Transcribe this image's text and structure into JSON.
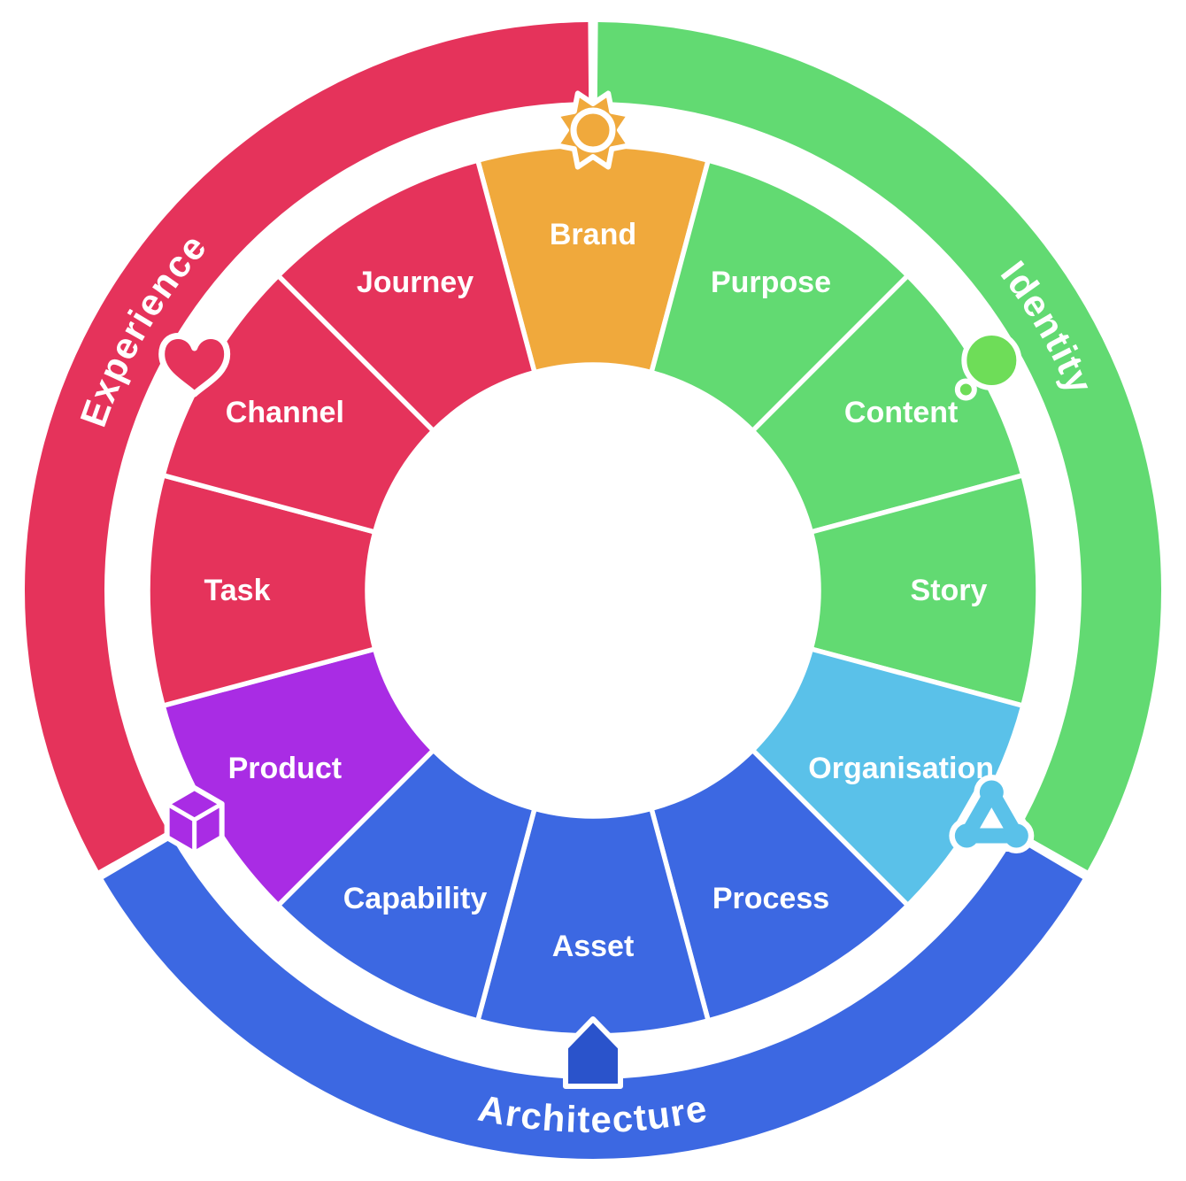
{
  "wheel": {
    "background_color": "#ffffff",
    "text_color": "#ffffff",
    "outer_rings": [
      {
        "label": "Identity",
        "color": "#62da72",
        "start_angle": 0,
        "end_angle": 120
      },
      {
        "label": "Architecture",
        "color": "#3c68e2",
        "start_angle": 120,
        "end_angle": 240
      },
      {
        "label": "Experience",
        "color": "#e5335b",
        "start_angle": 240,
        "end_angle": 360
      }
    ],
    "inner_segments": [
      {
        "label": "Brand",
        "color": "#f0a93c",
        "mid_angle": 0
      },
      {
        "label": "Purpose",
        "color": "#62da72",
        "mid_angle": 30
      },
      {
        "label": "Content",
        "color": "#62da72",
        "mid_angle": 60
      },
      {
        "label": "Story",
        "color": "#62da72",
        "mid_angle": 90
      },
      {
        "label": "Organisation",
        "color": "#5ac1e9",
        "mid_angle": 120
      },
      {
        "label": "Process",
        "color": "#3c68e2",
        "mid_angle": 150
      },
      {
        "label": "Asset",
        "color": "#3c68e2",
        "mid_angle": 180
      },
      {
        "label": "Capability",
        "color": "#3c68e2",
        "mid_angle": 210
      },
      {
        "label": "Product",
        "color": "#a92ce4",
        "mid_angle": 240
      },
      {
        "label": "Task",
        "color": "#e5335b",
        "mid_angle": 270
      },
      {
        "label": "Channel",
        "color": "#e5335b",
        "mid_angle": 300
      },
      {
        "label": "Journey",
        "color": "#e5335b",
        "mid_angle": 330
      }
    ],
    "icons": [
      {
        "name": "sun-icon",
        "angle": 0,
        "color": "#f0a93c"
      },
      {
        "name": "dot-icon",
        "angle": 60,
        "color": "#6edd58"
      },
      {
        "name": "triangle-network-icon",
        "angle": 120,
        "color": "#5ac1e9"
      },
      {
        "name": "house-icon",
        "angle": 180,
        "color": "#2a53cb"
      },
      {
        "name": "cube-icon",
        "angle": 240,
        "color": "#a92ce4"
      },
      {
        "name": "heart-icon",
        "angle": 300,
        "color": "#e5335b"
      }
    ]
  }
}
